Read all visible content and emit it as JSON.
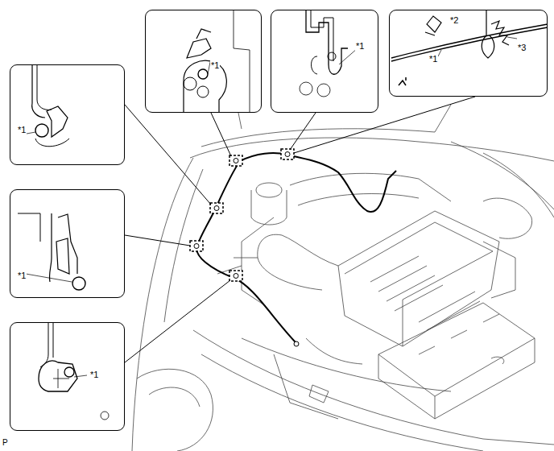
{
  "diagram": {
    "nodes": [
      {
        "text": [
          "*1"
        ]
      },
      {
        "text": [
          "*1"
        ]
      },
      {
        "text": [
          "*2",
          "*1",
          "*3"
        ]
      },
      {
        "text": [
          "*1"
        ]
      },
      {
        "text": [
          "*1"
        ]
      },
      {
        "text": [
          "*1"
        ]
      }
    ],
    "labels": [
      "P"
    ]
  }
}
